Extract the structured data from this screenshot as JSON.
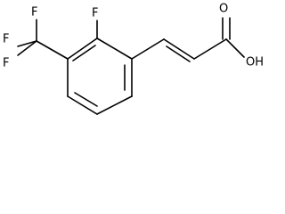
{
  "structure": {
    "atoms": {
      "carbonyl_oxygen": "O",
      "hydroxyl": "OH",
      "aryl_fluorine": "F",
      "cf3_fluorine_top": "F",
      "cf3_fluorine_left": "F",
      "cf3_fluorine_bottom": "F"
    },
    "colors": {
      "bonds": "#000000",
      "labels": "#000000",
      "background": "#ffffff"
    }
  }
}
